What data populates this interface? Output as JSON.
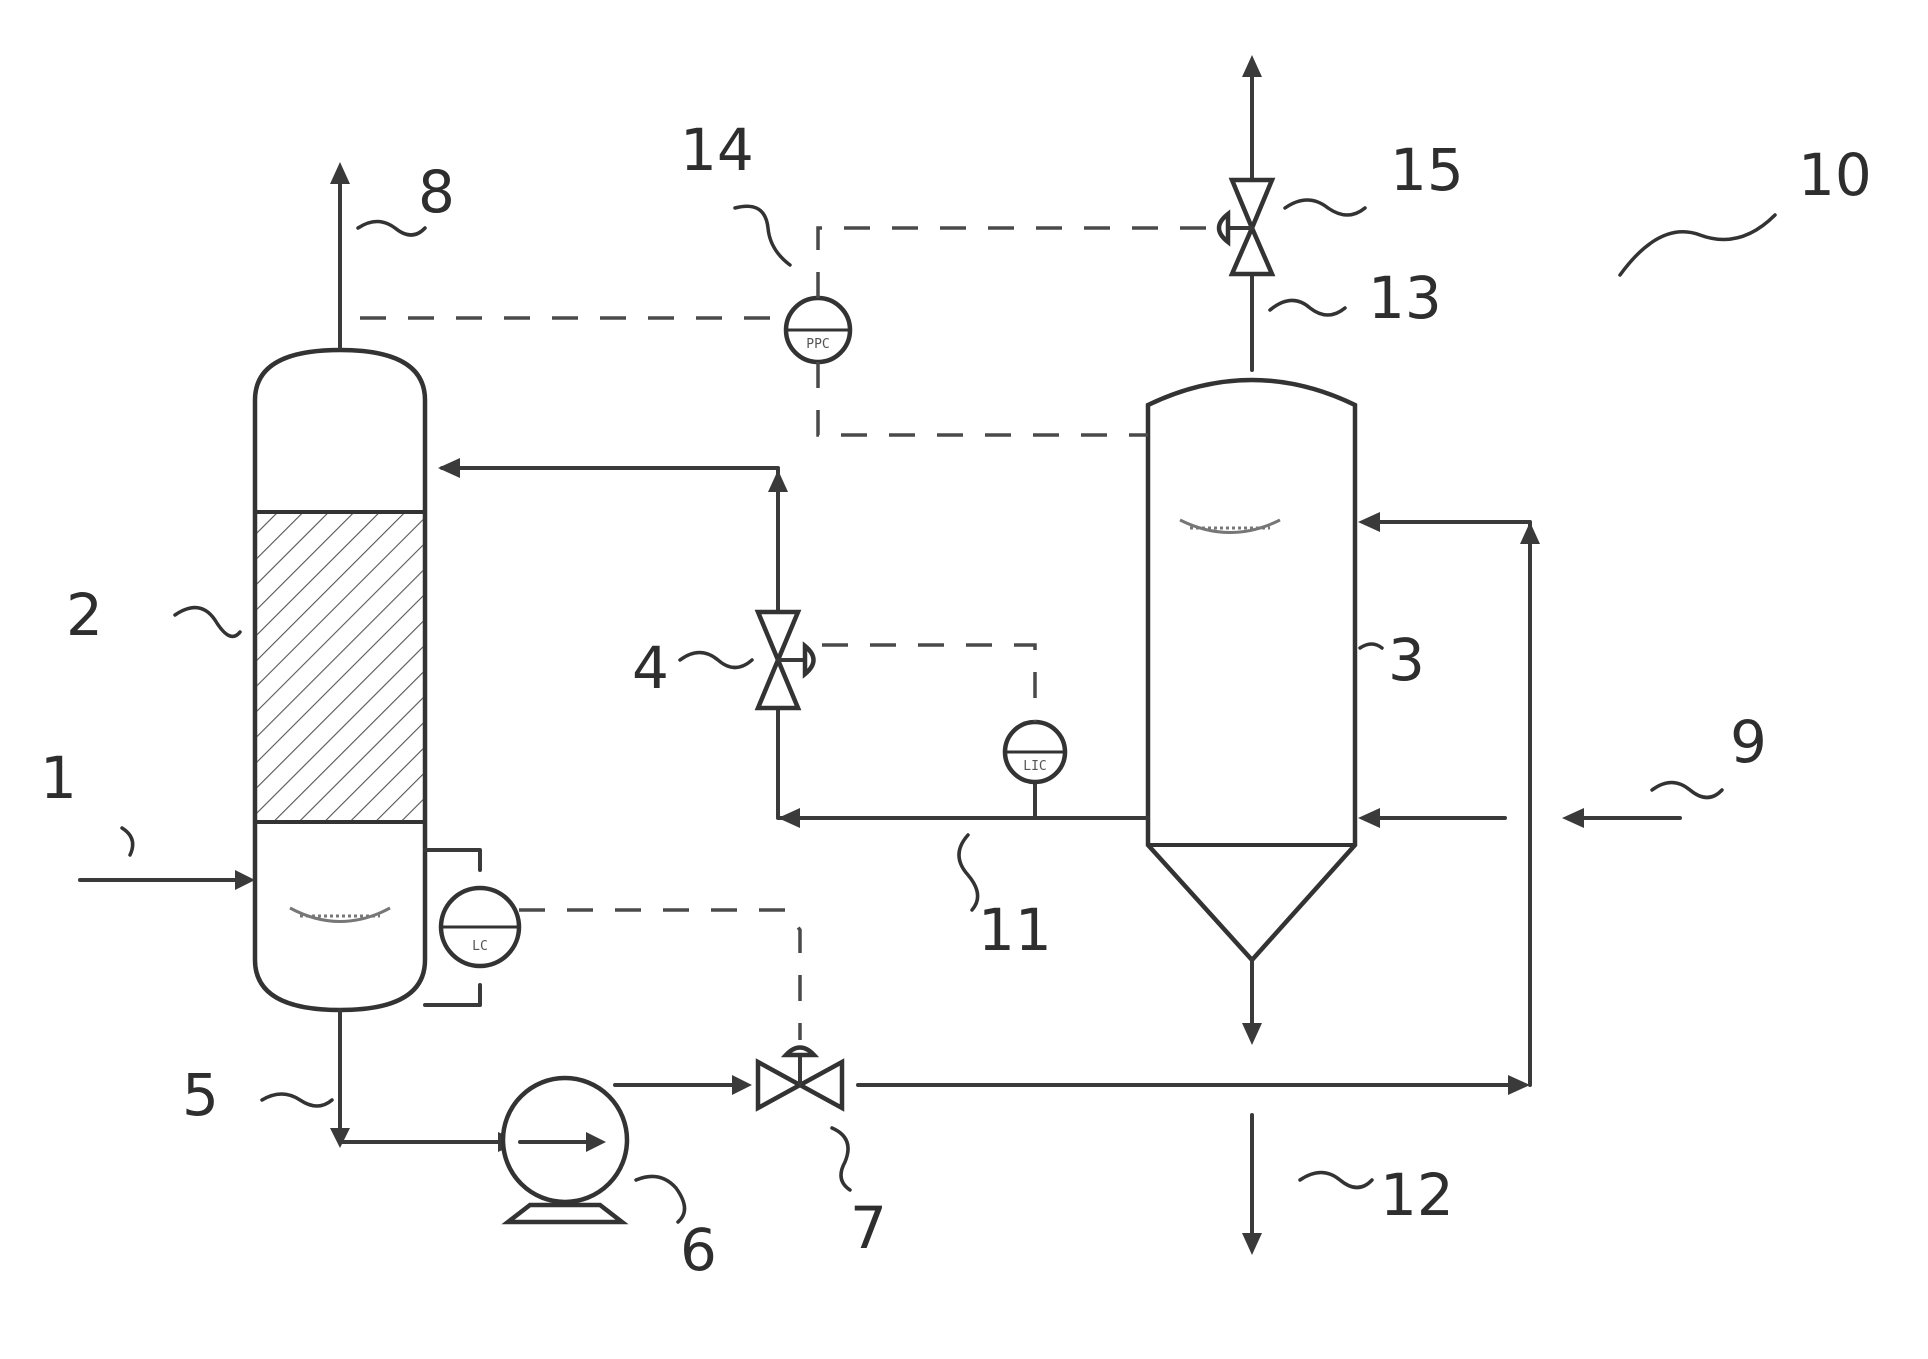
{
  "labels": {
    "feed_1": "1",
    "column_2": "2",
    "vessel_3": "3",
    "valve_4": "4",
    "line_5": "5",
    "pump_6": "6",
    "valve_7": "7",
    "overhead_8": "8",
    "feed_9": "9",
    "system_10": "10",
    "line_11": "11",
    "outlet_12": "12",
    "line_13": "13",
    "controller_14": "14",
    "valve_15": "15"
  },
  "instrument_tags": {
    "column_level": "LC",
    "vessel_level": "LIC",
    "pressure": "PPC"
  }
}
